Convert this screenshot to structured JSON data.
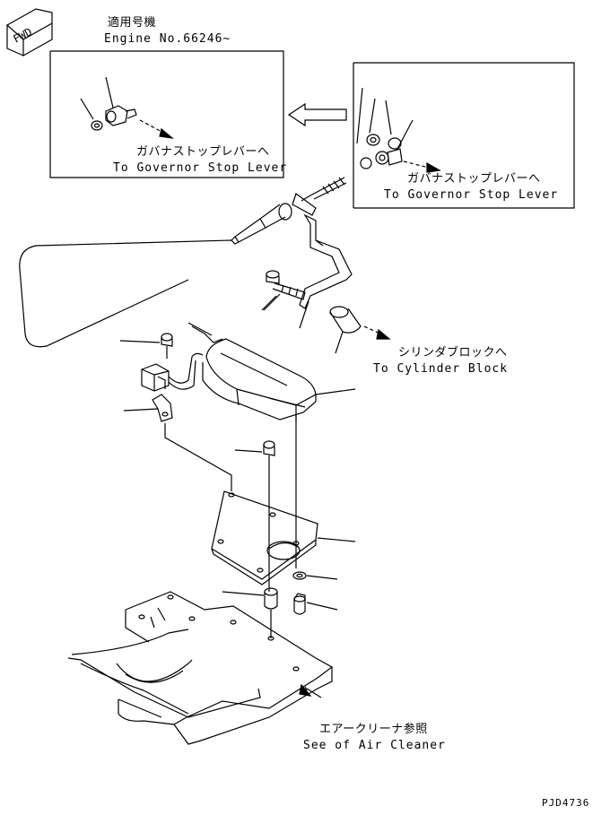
{
  "fwd_label": "FWD",
  "applicable": {
    "jp": "適用号機",
    "en": "Engine No.66246~"
  },
  "inset_left": {
    "jp": "ガバナストップレバーへ",
    "en": "To Governor Stop Lever"
  },
  "inset_right": {
    "jp": "ガバナストップレバーへ",
    "en": "To Governor Stop Lever"
  },
  "cylinder": {
    "jp": "シリンダブロックへ",
    "en": "To Cylinder Block"
  },
  "air_cleaner": {
    "jp": "エアークリーナ参照",
    "en": "See of Air Cleaner"
  },
  "drawing_code": "PJD4736"
}
